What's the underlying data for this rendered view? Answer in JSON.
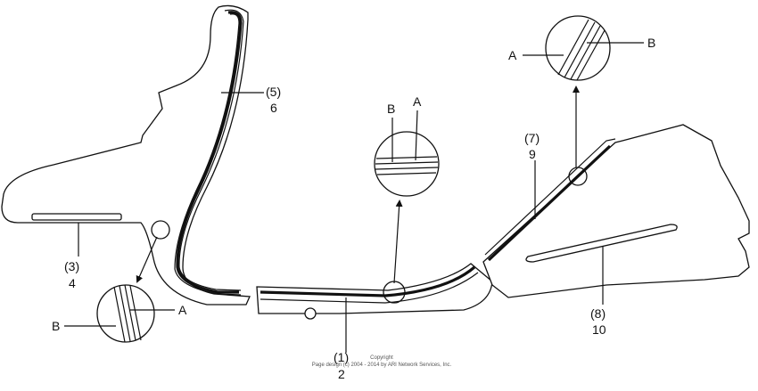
{
  "callouts": [
    {
      "id": "p6",
      "sub": "(5)",
      "num": "6"
    },
    {
      "id": "p4",
      "sub": "(3)",
      "num": "4"
    },
    {
      "id": "p2",
      "sub": "(1)",
      "num": "2"
    },
    {
      "id": "p9",
      "sub": "(7)",
      "num": "9"
    },
    {
      "id": "p10",
      "sub": "(8)",
      "num": "10"
    }
  ],
  "detail_letters": {
    "a": "A",
    "b": "B"
  },
  "copyright": {
    "line1": "Copyright",
    "line2": "Page design (c) 2004 - 2014 by ARI Network Services, Inc."
  }
}
